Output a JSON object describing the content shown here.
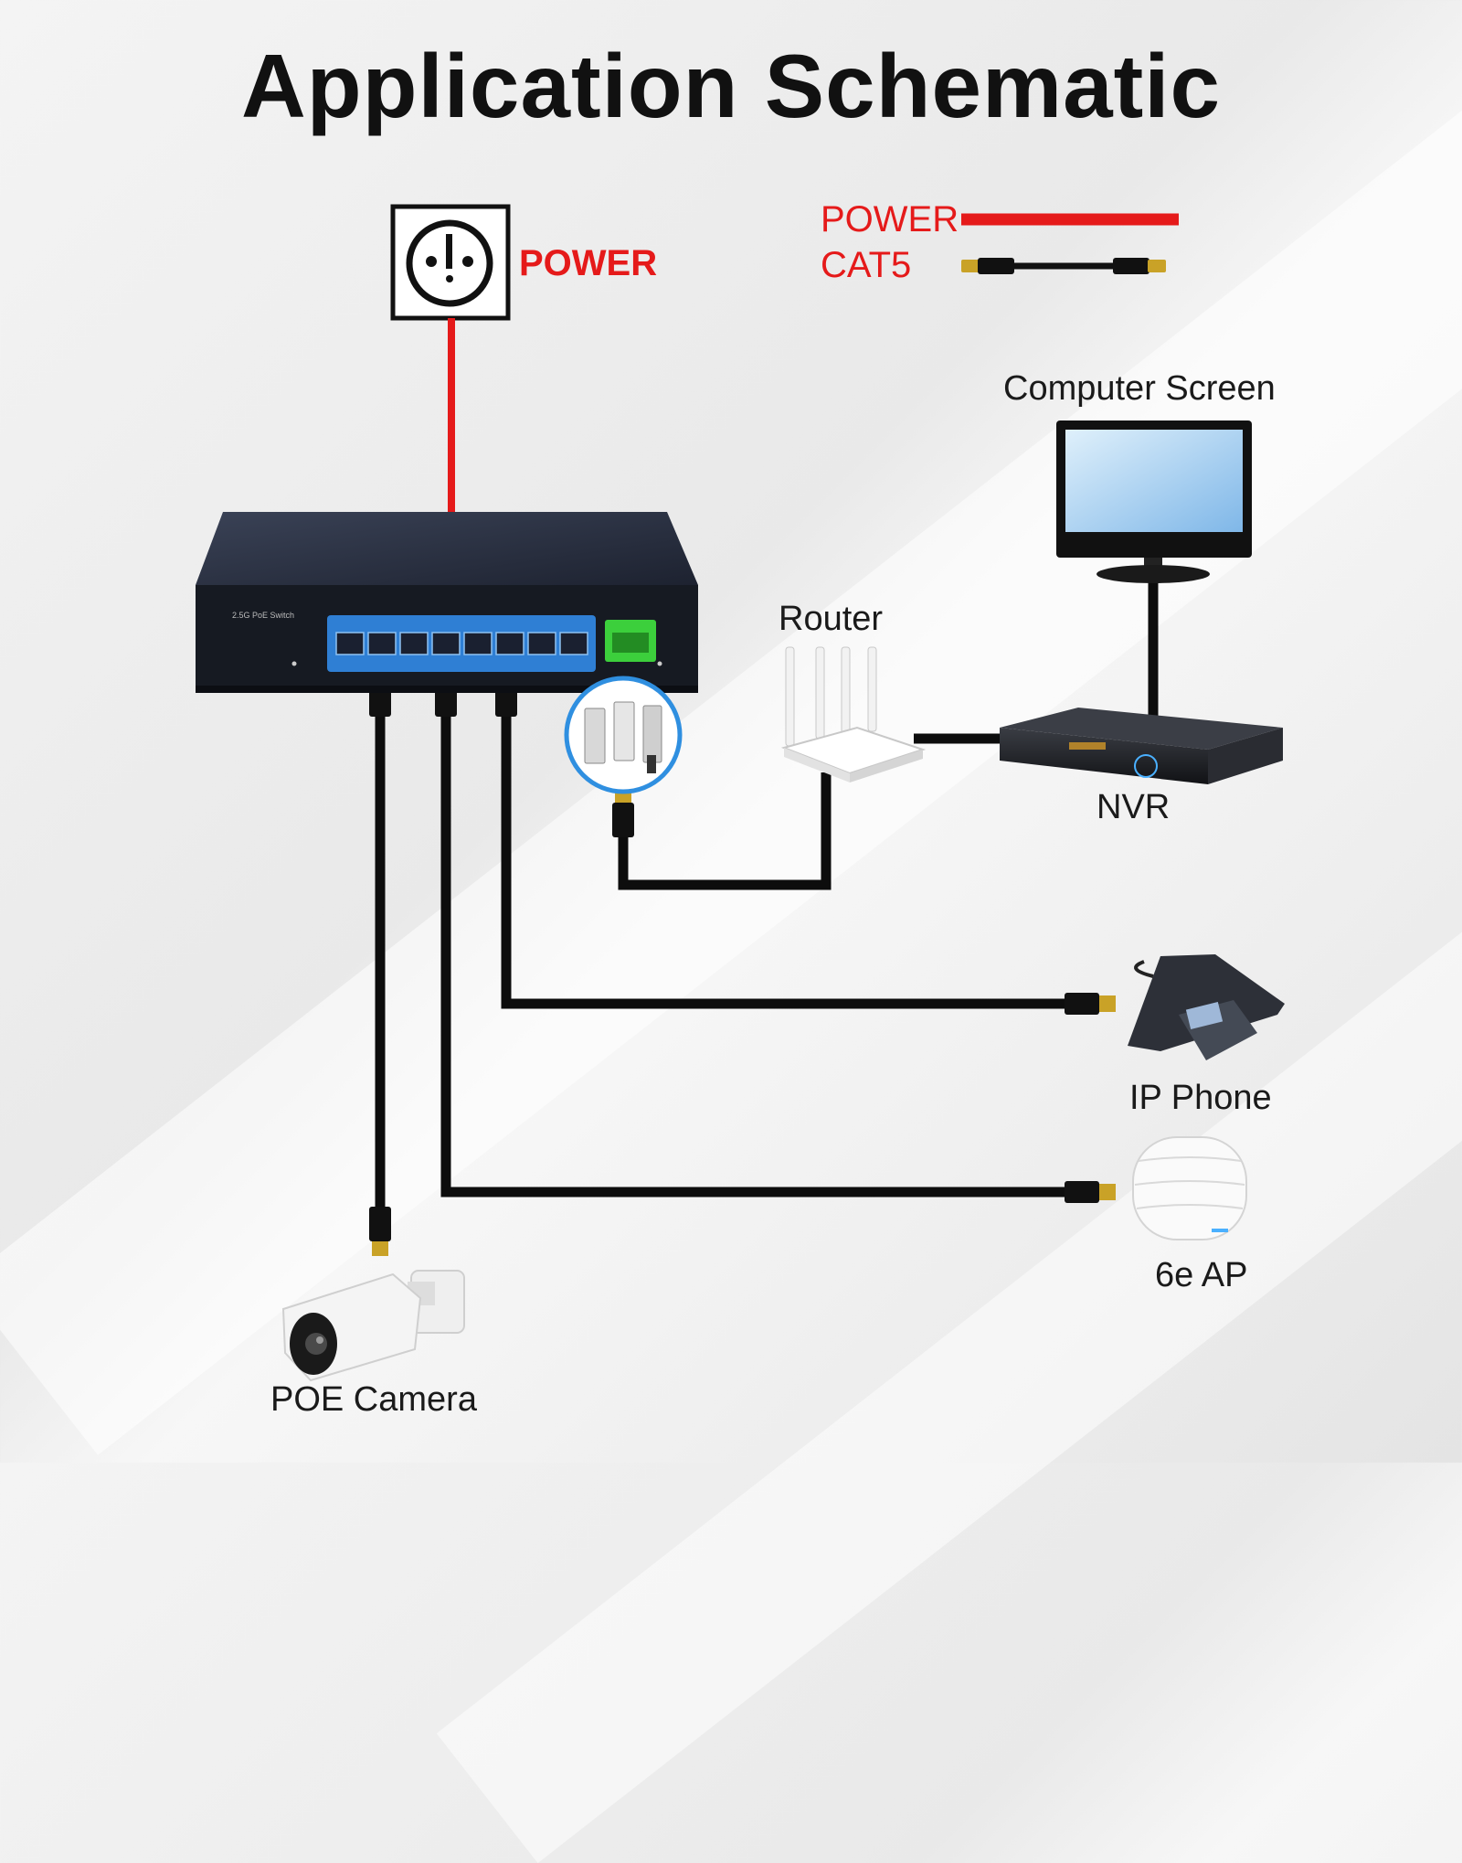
{
  "title": "Application Schematic",
  "legend": {
    "power_label": "POWER",
    "cat5_label": "CAT5"
  },
  "outlet_label": "POWER",
  "switch_label": "2.5G PoE Switch",
  "devices": {
    "computer_screen": "Computer Screen",
    "router": "Router",
    "nvr": "NVR",
    "ip_phone": "IP Phone",
    "ap": "6e AP",
    "camera": "POE Camera"
  },
  "colors": {
    "power_line": "#e51a1a",
    "cat5_line": "#0d0d0d",
    "connector": "#c9a227",
    "switch_body": "#2a3142",
    "port_panel": "#2f7fd4",
    "sfp_panel": "#3ccf3c"
  }
}
